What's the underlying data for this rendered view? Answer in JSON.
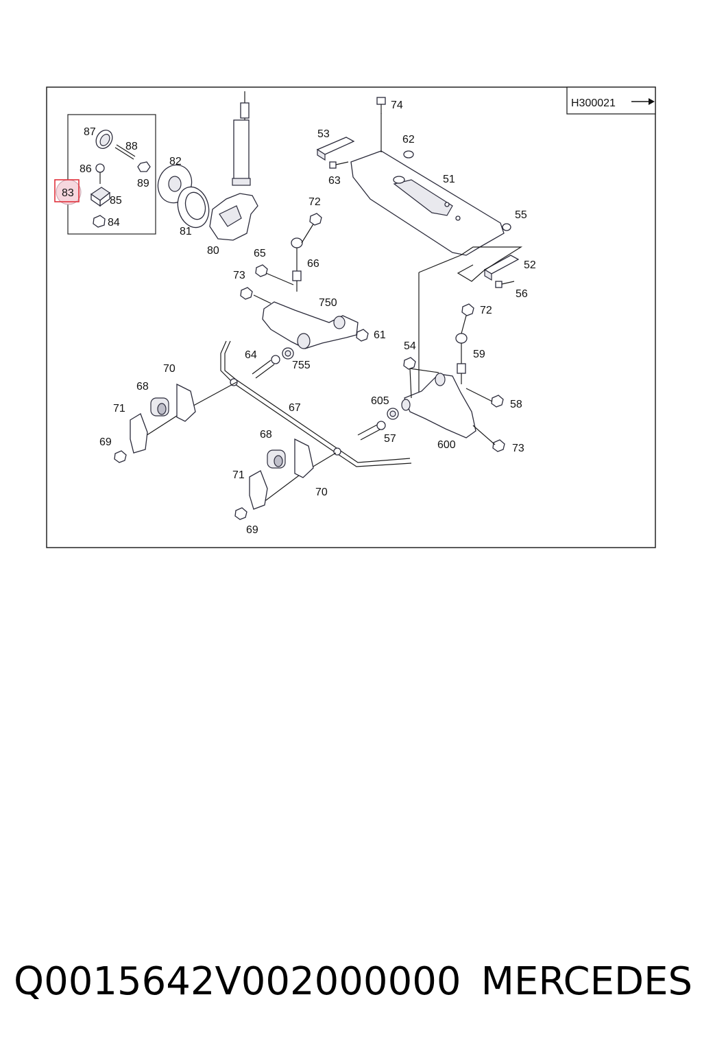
{
  "diagram": {
    "ref_code": "H300021",
    "highlight_color": "#e0303a",
    "highlighted_part": "83",
    "callouts": {
      "c87": "87",
      "c88": "88",
      "c86": "86",
      "c89": "89",
      "c83": "83",
      "c85": "85",
      "c84": "84",
      "c82": "82",
      "c81": "81",
      "c80": "80",
      "c74": "74",
      "c53": "53",
      "c62": "62",
      "c63": "63",
      "c51": "51",
      "c55": "55",
      "c52": "52",
      "c56": "56",
      "c72a": "72",
      "c65": "65",
      "c66": "66",
      "c73a": "73",
      "c750": "750",
      "c61": "61",
      "c64": "64",
      "c755": "755",
      "c72b": "72",
      "c59": "59",
      "c54": "54",
      "c70a": "70",
      "c68a": "68",
      "c71a": "71",
      "c69a": "69",
      "c67": "67",
      "c605": "605",
      "c58": "58",
      "c57": "57",
      "c600": "600",
      "c73b": "73",
      "c68b": "68",
      "c71b": "71",
      "c70b": "70",
      "c69b": "69"
    }
  },
  "caption": {
    "part_number": "Q0015642V002000000",
    "brand": "MERCEDES"
  }
}
